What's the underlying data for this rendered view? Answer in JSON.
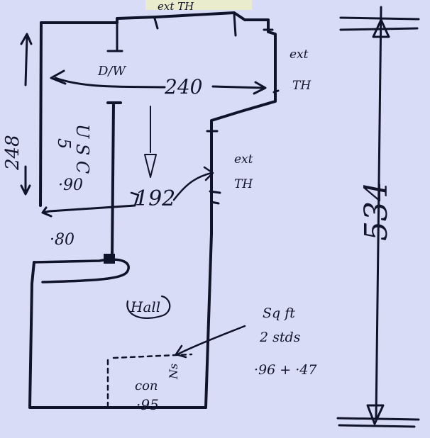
{
  "plan": {
    "labels": {
      "ext_top": "ext TH",
      "ext_right_1": "ext",
      "ext_right_2": "TH",
      "ext_mid_1": "ext",
      "ext_mid_2": "TH",
      "dn": "D/W",
      "use_1": "U S C",
      "use_2": "5",
      "hall": "Hall",
      "sq_1": "Sq ft",
      "sq_2": "2 stds",
      "sq_3": "·96 + ·47",
      "con_1": "con",
      "con_2": "·95",
      "con_side": "Ns"
    },
    "dimensions": {
      "width_top": "240",
      "height_left": "248",
      "mid": "192",
      "total_height": "534",
      "left_a": "·90",
      "left_b": "·80"
    }
  },
  "colors": {
    "paper": "#d9dcf6",
    "ink": "#10142a",
    "highlight": "#eef0c4"
  }
}
